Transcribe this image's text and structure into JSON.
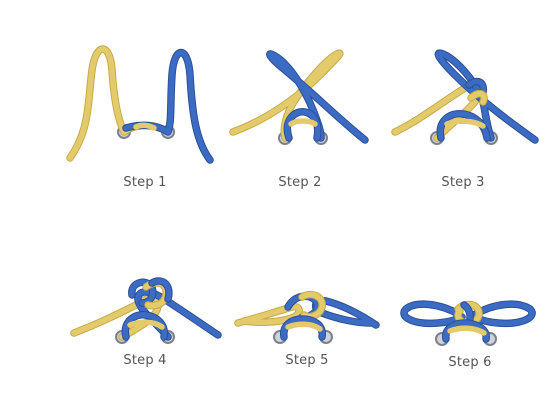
{
  "steps": [
    {
      "label": "Step 1"
    },
    {
      "label": "Step 2"
    },
    {
      "label": "Step 3"
    },
    {
      "label": "Step 4"
    },
    {
      "label": "Step 5"
    },
    {
      "label": "Step 6"
    }
  ],
  "colors": {
    "lace_yellow": "#e3cb6b",
    "lace_blue": "#3c6bc4",
    "eyelet": "#9ea3ad",
    "label_text": "#555555",
    "background": "#ffffff"
  }
}
